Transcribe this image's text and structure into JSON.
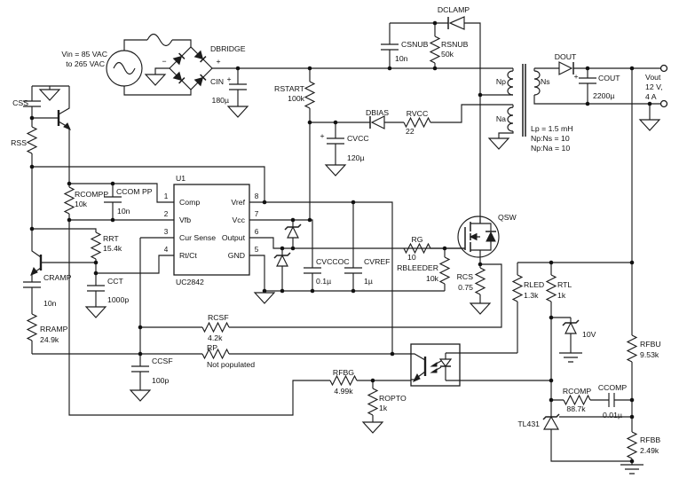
{
  "input": {
    "vin_line1": "Vin = 85 VAC",
    "vin_line2": "to 265 VAC",
    "dbridge": "DBRIDGE",
    "plus": "+",
    "minus": "−",
    "cin_name": "CIN",
    "cin_value": "180µ"
  },
  "soft_start": {
    "css": "CSS",
    "rss": "RSS"
  },
  "startup": {
    "rstart_name": "RSTART",
    "rstart_value": "100k"
  },
  "snubber": {
    "csnub_name": "CSNUB",
    "csnub_value": "10n",
    "rsnub_name": "RSNUB",
    "rsnub_value": "50k",
    "dclamp": "DCLAMP"
  },
  "bias": {
    "dbias": "DBIAS",
    "rvcc_name": "RVCC",
    "rvcc_value": "22",
    "cvcc_name": "CVCC",
    "cvcc_value": "120µ"
  },
  "controller": {
    "ref": "U1",
    "part": "UC2842",
    "pin_names": {
      "comp": "Comp",
      "vfb": "Vfb",
      "cur_sense": "Cur Sense",
      "rt_ct": "Rt/Ct",
      "vref": "Vref",
      "vcc": "Vcc",
      "output": "Output",
      "gnd": "GND"
    },
    "pin_numbers": {
      "p1": "1",
      "p2": "2",
      "p3": "3",
      "p4": "4",
      "p5": "5",
      "p6": "6",
      "p7": "7",
      "p8": "8"
    }
  },
  "compensation": {
    "rcompp_name": "RCOMPP",
    "rcompp_value": "10k",
    "ccompp_name": "CCOM PP",
    "ccompp_value": "10n"
  },
  "timing": {
    "rrt_name": "RRT",
    "rrt_value": "15.4k",
    "cct_name": "CCT",
    "cct_value": "1000p"
  },
  "slope_comp": {
    "cramp_name": "CRAMP",
    "cramp_value": "10n",
    "rramp_name": "RRAMP",
    "rramp_value": "24.9k"
  },
  "decoupling": {
    "cvccoc_name": "CVCCOC",
    "cvccoc_value": "0.1µ",
    "cvref_name": "CVREF",
    "cvref_value": "1µ"
  },
  "gate_drive": {
    "rg_name": "RG",
    "rg_value": "10",
    "rbleeder_name": "RBLEEDER",
    "rbleeder_value": "10k",
    "qsw": "QSW"
  },
  "current_sense": {
    "rcs_name": "RCS",
    "rcs_value": "0.75",
    "rcsf_name": "RCSF",
    "rcsf_value": "4.2k",
    "rp_name": "RP",
    "rp_value": "Not populated",
    "ccsf_name": "CCSF",
    "ccsf_value": "100p"
  },
  "transformer": {
    "np": "Np",
    "ns": "Ns",
    "na": "Na",
    "note1": "Lp = 1.5 mH",
    "note2": "Np:Ns = 10",
    "note3": "Np:Na = 10"
  },
  "output": {
    "dout": "DOUT",
    "cout_name": "COUT",
    "cout_value": "2200µ",
    "vout_line1": "Vout",
    "vout_line2": "12 V,",
    "vout_line3": "4 A"
  },
  "feedback": {
    "rfbg_name": "RFBG",
    "rfbg_value": "4.99k",
    "ropto_name": "ROPTO",
    "ropto_value": "1k",
    "rled_name": "RLED",
    "rled_value": "1.3k",
    "rtl_name": "RTL",
    "rtl_value": "1k",
    "zener_value": "10V",
    "rfbu_name": "RFBU",
    "rfbu_value": "9.53k",
    "rcomp_name": "RCOMP",
    "rcomp_value": "88.7k",
    "ccomp_name": "CCOMP",
    "ccomp_value": "0.01µ",
    "tl431": "TL431",
    "rfbb_name": "RFBB",
    "rfbb_value": "2.49k"
  }
}
